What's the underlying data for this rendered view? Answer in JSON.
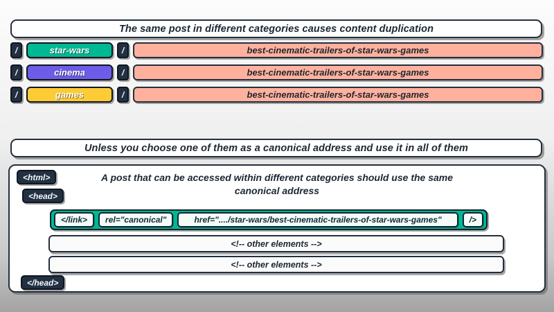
{
  "colors": {
    "dark_badge": "#223042",
    "star_wars": "#00b894",
    "cinema": "#6c5ce7",
    "games": "#fdcb35",
    "slug_bar": "#ffb19e",
    "link_row": "#00b894"
  },
  "section_duplication": {
    "title": "The same post in different categories causes content duplication",
    "rows": [
      {
        "slash_left": "/",
        "category": "star-wars",
        "slash_right": "/",
        "slug": "best-cinematic-trailers-of-star-wars-games",
        "color": "#00b894"
      },
      {
        "slash_left": "/",
        "category": "cinema",
        "slash_right": "/",
        "slug": "best-cinematic-trailers-of-star-wars-games",
        "color": "#6c5ce7"
      },
      {
        "slash_left": "/",
        "category": "games",
        "slash_right": "/",
        "slug": "best-cinematic-trailers-of-star-wars-games",
        "color": "#fdcb35"
      }
    ]
  },
  "section_canonical": {
    "title": "Unless you choose one of them as a canonical address and use it in all of them",
    "html_open": "<html>",
    "head_open": "<head>",
    "note_line1": "A post that can be accessed within different categories should use the same",
    "note_line2": "canonical address",
    "link_tag": "</link>",
    "rel_attr": "rel=\"canonical\"",
    "href_attr": "href=\"..../star-wars/best-cinematic-trailers-of-star-wars-games\"",
    "tag_close": "/>",
    "other_elements_1": "<!-- other elements -->",
    "other_elements_2": "<!-- other elements -->",
    "head_close": "</head>"
  }
}
